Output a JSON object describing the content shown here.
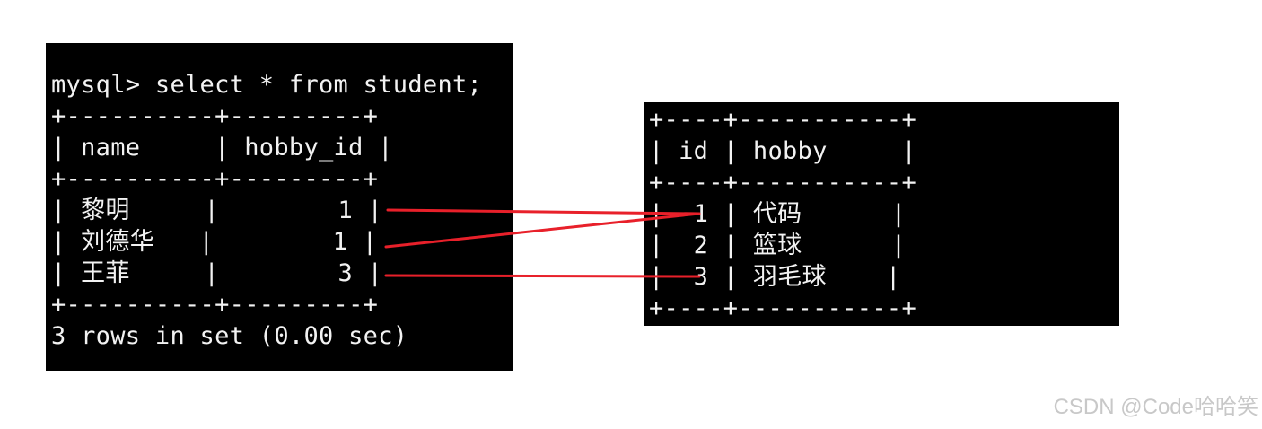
{
  "left_terminal": {
    "lines": [
      "mysql> select * from student;",
      "+----------+---------+",
      "| name     | hobby_id |",
      "+----------+---------+",
      "| 黎明     |        1 |",
      "| 刘德华   |        1 |",
      "| 王菲     |        3 |",
      "+----------+---------+",
      "3 rows in set (0.00 sec)"
    ]
  },
  "right_terminal": {
    "lines": [
      "+----+-----------+",
      "| id | hobby     |",
      "+----+-----------+",
      "|  1 | 代码      |",
      "|  2 | 篮球      |",
      "|  3 | 羽毛球    |",
      "+----+-----------+"
    ]
  },
  "connectors": {
    "color": "#e8202a",
    "links": [
      {
        "from_row": 0,
        "to_row": 0
      },
      {
        "from_row": 1,
        "to_row": 0
      },
      {
        "from_row": 2,
        "to_row": 2
      }
    ]
  },
  "watermark": "CSDN @Code哈哈笑"
}
